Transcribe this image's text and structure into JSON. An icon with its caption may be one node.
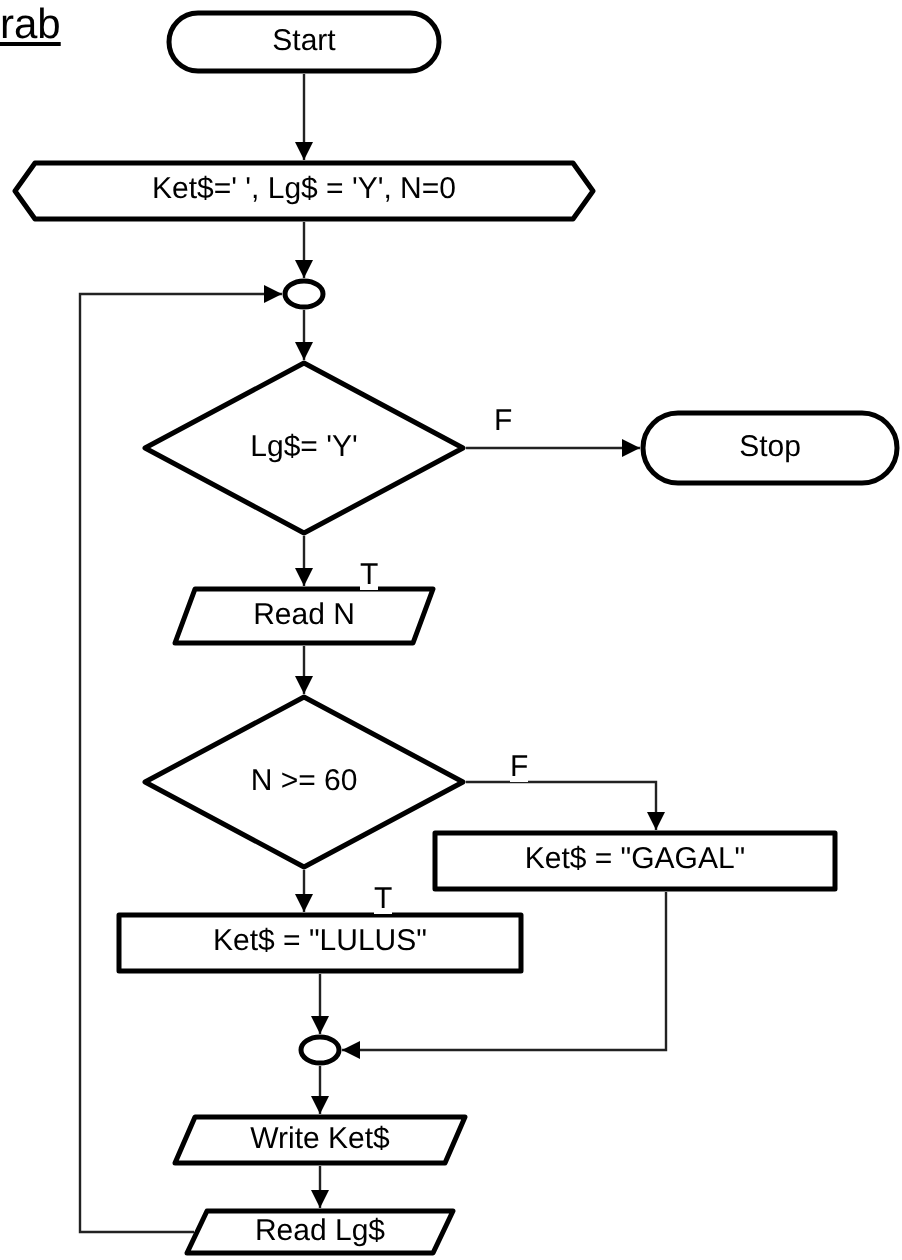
{
  "diagram": {
    "nodes": [
      {
        "text": [
          "Start"
        ]
      },
      {
        "text": [
          "Ket$=' ', Lg$ = 'Y', N=0"
        ]
      },
      {
        "text": [],
        "shape": "circle"
      },
      {
        "text": [
          "Lg$= 'Y'"
        ]
      },
      {
        "text": [
          "Stop"
        ]
      },
      {
        "text": [
          "Read N"
        ]
      },
      {
        "text": [
          "N >= 60"
        ]
      },
      {
        "text": [
          "Ket$ = \"GAGAL\""
        ]
      },
      {
        "text": [
          "Ket$ = \"LULUS\""
        ]
      },
      {
        "text": [],
        "shape": "circle"
      },
      {
        "text": [
          "Write Ket$"
        ]
      },
      {
        "text": [
          "Read Lg$"
        ]
      }
    ],
    "edges": [
      {
        "from": 0,
        "to": 1,
        "arrow": "to"
      },
      {
        "from": 1,
        "to": 2,
        "arrow": "to"
      },
      {
        "from": 2,
        "to": 3,
        "arrow": "to"
      },
      {
        "from": 3,
        "to": 4,
        "arrow": "to",
        "label": "F"
      },
      {
        "from": 3,
        "to": 5,
        "arrow": "to",
        "label": "T"
      },
      {
        "from": 5,
        "to": 6,
        "arrow": "to"
      },
      {
        "from": 6,
        "to": 7,
        "arrow": "to",
        "label": "F"
      },
      {
        "from": 6,
        "to": 8,
        "arrow": "to",
        "label": "T"
      },
      {
        "from": 8,
        "to": 9,
        "arrow": "to"
      },
      {
        "from": 7,
        "to": 9,
        "arrow": "to"
      },
      {
        "from": 9,
        "to": 10,
        "arrow": "to"
      },
      {
        "from": 10,
        "to": 11,
        "arrow": "to"
      },
      {
        "from": 11,
        "to": 2,
        "arrow": "to"
      }
    ],
    "labels": [
      "rab"
    ]
  }
}
